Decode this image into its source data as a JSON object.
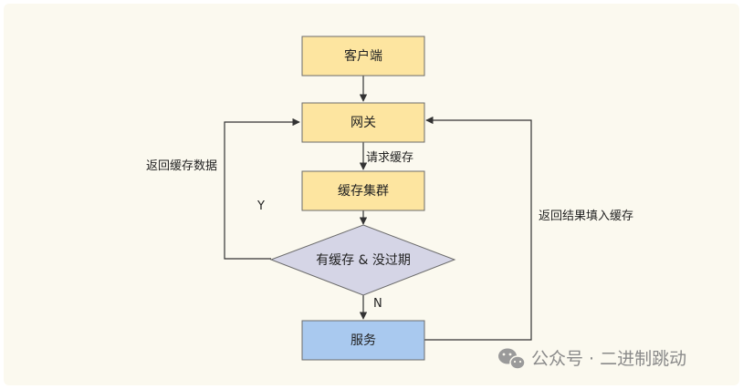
{
  "diagram": {
    "colors": {
      "background": "#fbf9ef",
      "process_fill": "#fde5a0",
      "process_stroke": "#6b6b6b",
      "decision_fill": "#d5d5e6",
      "service_fill": "#a9c9ef",
      "edge": "#333333"
    },
    "nodes": {
      "client": "客户端",
      "gateway": "网关",
      "cache_cluster": "缓存集群",
      "decision": "有缓存 & 没过期",
      "service": "服务"
    },
    "edges": {
      "request_cache": "请求缓存",
      "return_cache_data": "返回缓存数据",
      "yes": "Y",
      "no": "N",
      "return_fill_cache": "返回结果填入缓存"
    }
  },
  "watermark": {
    "icon": "wechat-icon",
    "text": "公众号 · 二进制跳动"
  }
}
